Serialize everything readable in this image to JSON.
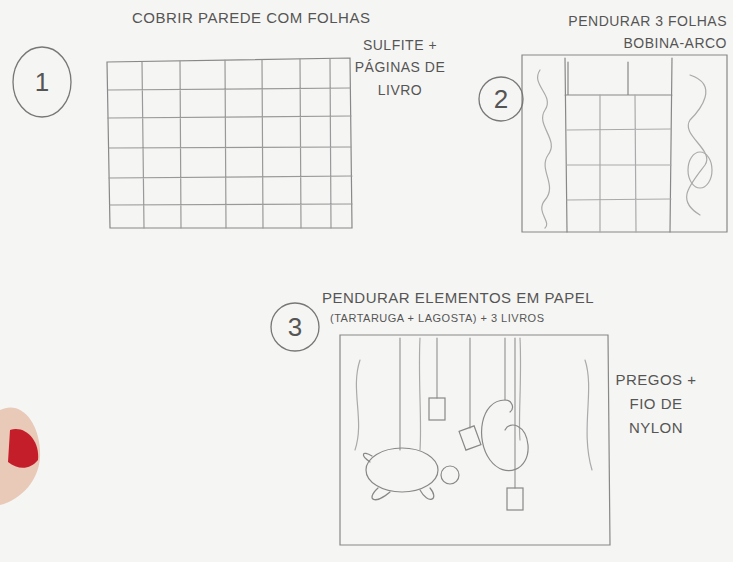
{
  "diagram": {
    "nodes": [
      {
        "text": [
          "1"
        ]
      },
      {
        "text": [
          "2"
        ]
      },
      {
        "text": [
          "3"
        ]
      }
    ],
    "labels": [
      "COBRIR PAREDE COM FOLHAS",
      "SULFITE + PÁGINAS DE LIVRO",
      "PENDURAR 3 FOLHAS BOBINA-ARCO",
      "PENDURAR ELEMENTOS EM PAPEL",
      "(TARTARUGA + LAGOSTA) + 3 LIVROS",
      "PREGOS + FIO DE NYLON"
    ]
  }
}
